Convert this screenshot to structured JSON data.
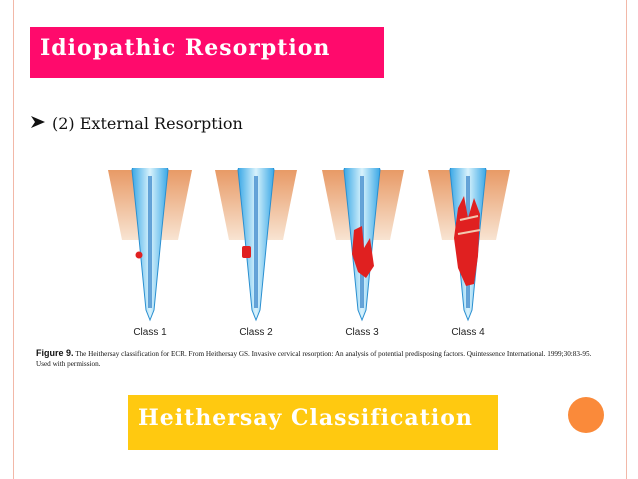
{
  "slide": {
    "title": "Idiopathic Resorption",
    "bullet_text": "(2) External Resorption",
    "figure": {
      "labels": [
        "Class 1",
        "Class 2",
        "Class 3",
        "Class 4"
      ],
      "caption_label": "Figure 9.",
      "caption_text": "The Heithersay classification for ECR. From Heithersay GS. Invasive cervical resorption: An analysis of potential predisposing factors. Quintessence International. 1999;30:83-95. Used with permission."
    },
    "highlight": "Heithersay Classification"
  },
  "colors": {
    "title_bg": "#ff0a6c",
    "highlight_bg": "#ffc910",
    "accent_dot": "#fa8a3a",
    "border": "#f2b8a8"
  },
  "icons": {
    "bullet": "arrow-bullet-icon",
    "decoration": "orange-circle-icon"
  }
}
